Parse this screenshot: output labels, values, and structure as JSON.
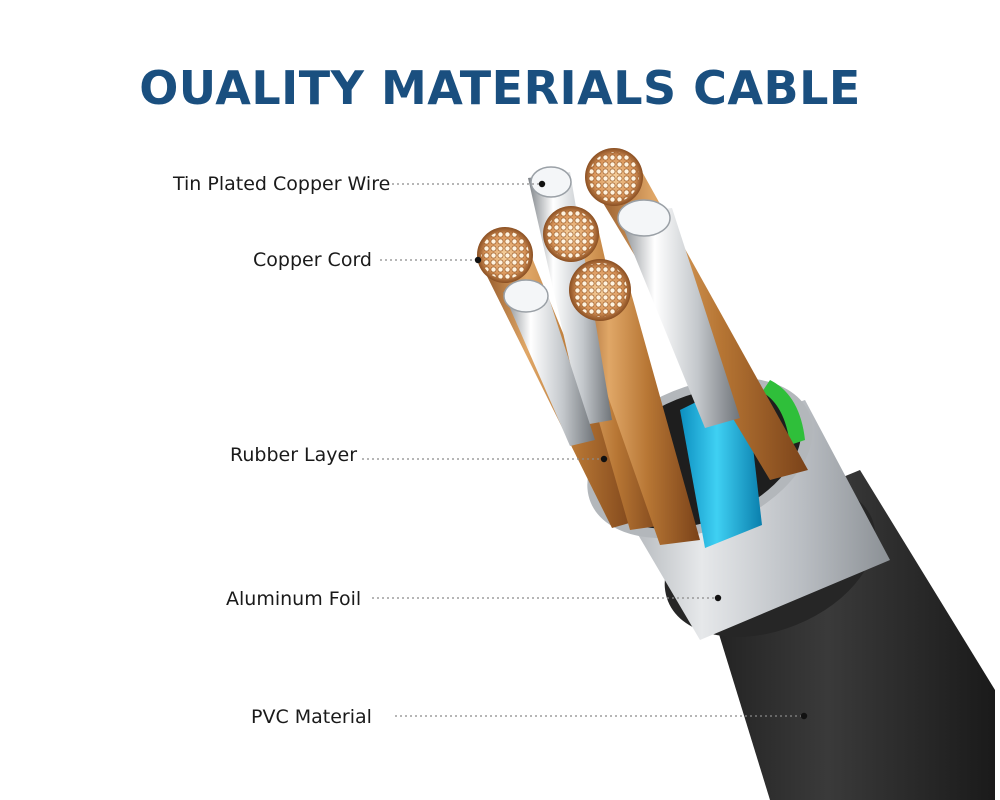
{
  "title": "OUALITY MATERIALS CABLE",
  "colors": {
    "title": "#1a4f7f",
    "pvc_jacket": "#2b2b2b",
    "aluminum_foil": "#c9ccd0",
    "copper": "#c98a4a",
    "tin_plated": "#d9dce0",
    "rubber_layer_blue": "#1bb7e0",
    "rubber_layer_teal": "#2fd3c6",
    "rubber_layer_green": "#2fbf3a"
  },
  "labels": {
    "tin_plated_copper_wire": "Tin Plated Copper Wire",
    "copper_cord": "Copper Cord",
    "rubber_layer": "Rubber Layer",
    "aluminum_foil": "Aluminum Foil",
    "pvc_material": "PVC Material"
  }
}
